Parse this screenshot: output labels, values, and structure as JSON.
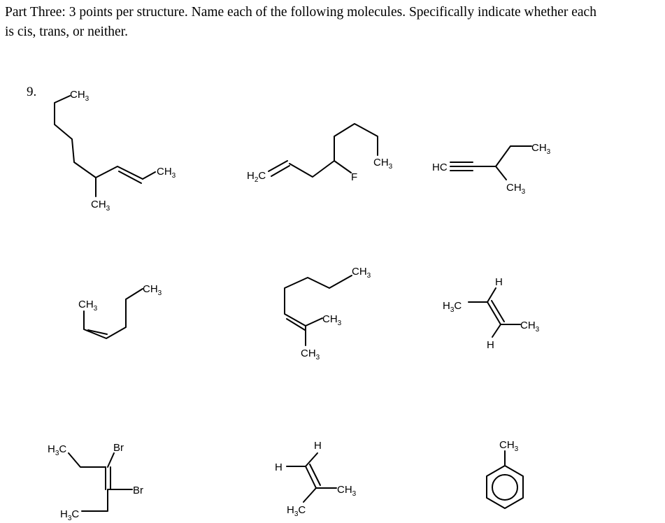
{
  "instructions": {
    "line1": "Part Three:  3 points per structure.  Name each of the following molecules.  Specifically indicate whether each",
    "line2": "is cis, trans, or neither."
  },
  "question_number": "9.",
  "labels": {
    "CH": "CH",
    "three": "3",
    "H": "H",
    "H2": "H",
    "two": "2",
    "C": "C",
    "HC": "HC",
    "F": "F",
    "Br": "Br"
  },
  "molecules": [
    {
      "label_set": [
        "CH3",
        "CH3",
        "CH3"
      ]
    },
    {
      "label_set": [
        "H2C",
        "F",
        "CH3"
      ]
    },
    {
      "label_set": [
        "HC",
        "CH3",
        "CH3"
      ]
    },
    {
      "label_set": [
        "CH3",
        "CH3"
      ]
    },
    {
      "label_set": [
        "CH3",
        "CH3",
        "CH3"
      ]
    },
    {
      "label_set": [
        "H3C",
        "H",
        "H",
        "CH3"
      ]
    },
    {
      "label_set": [
        "H3C",
        "Br",
        "Br",
        "H3C"
      ]
    },
    {
      "label_set": [
        "H",
        "H",
        "CH3",
        "H3C"
      ]
    },
    {
      "label_set": [
        "CH3"
      ]
    }
  ]
}
